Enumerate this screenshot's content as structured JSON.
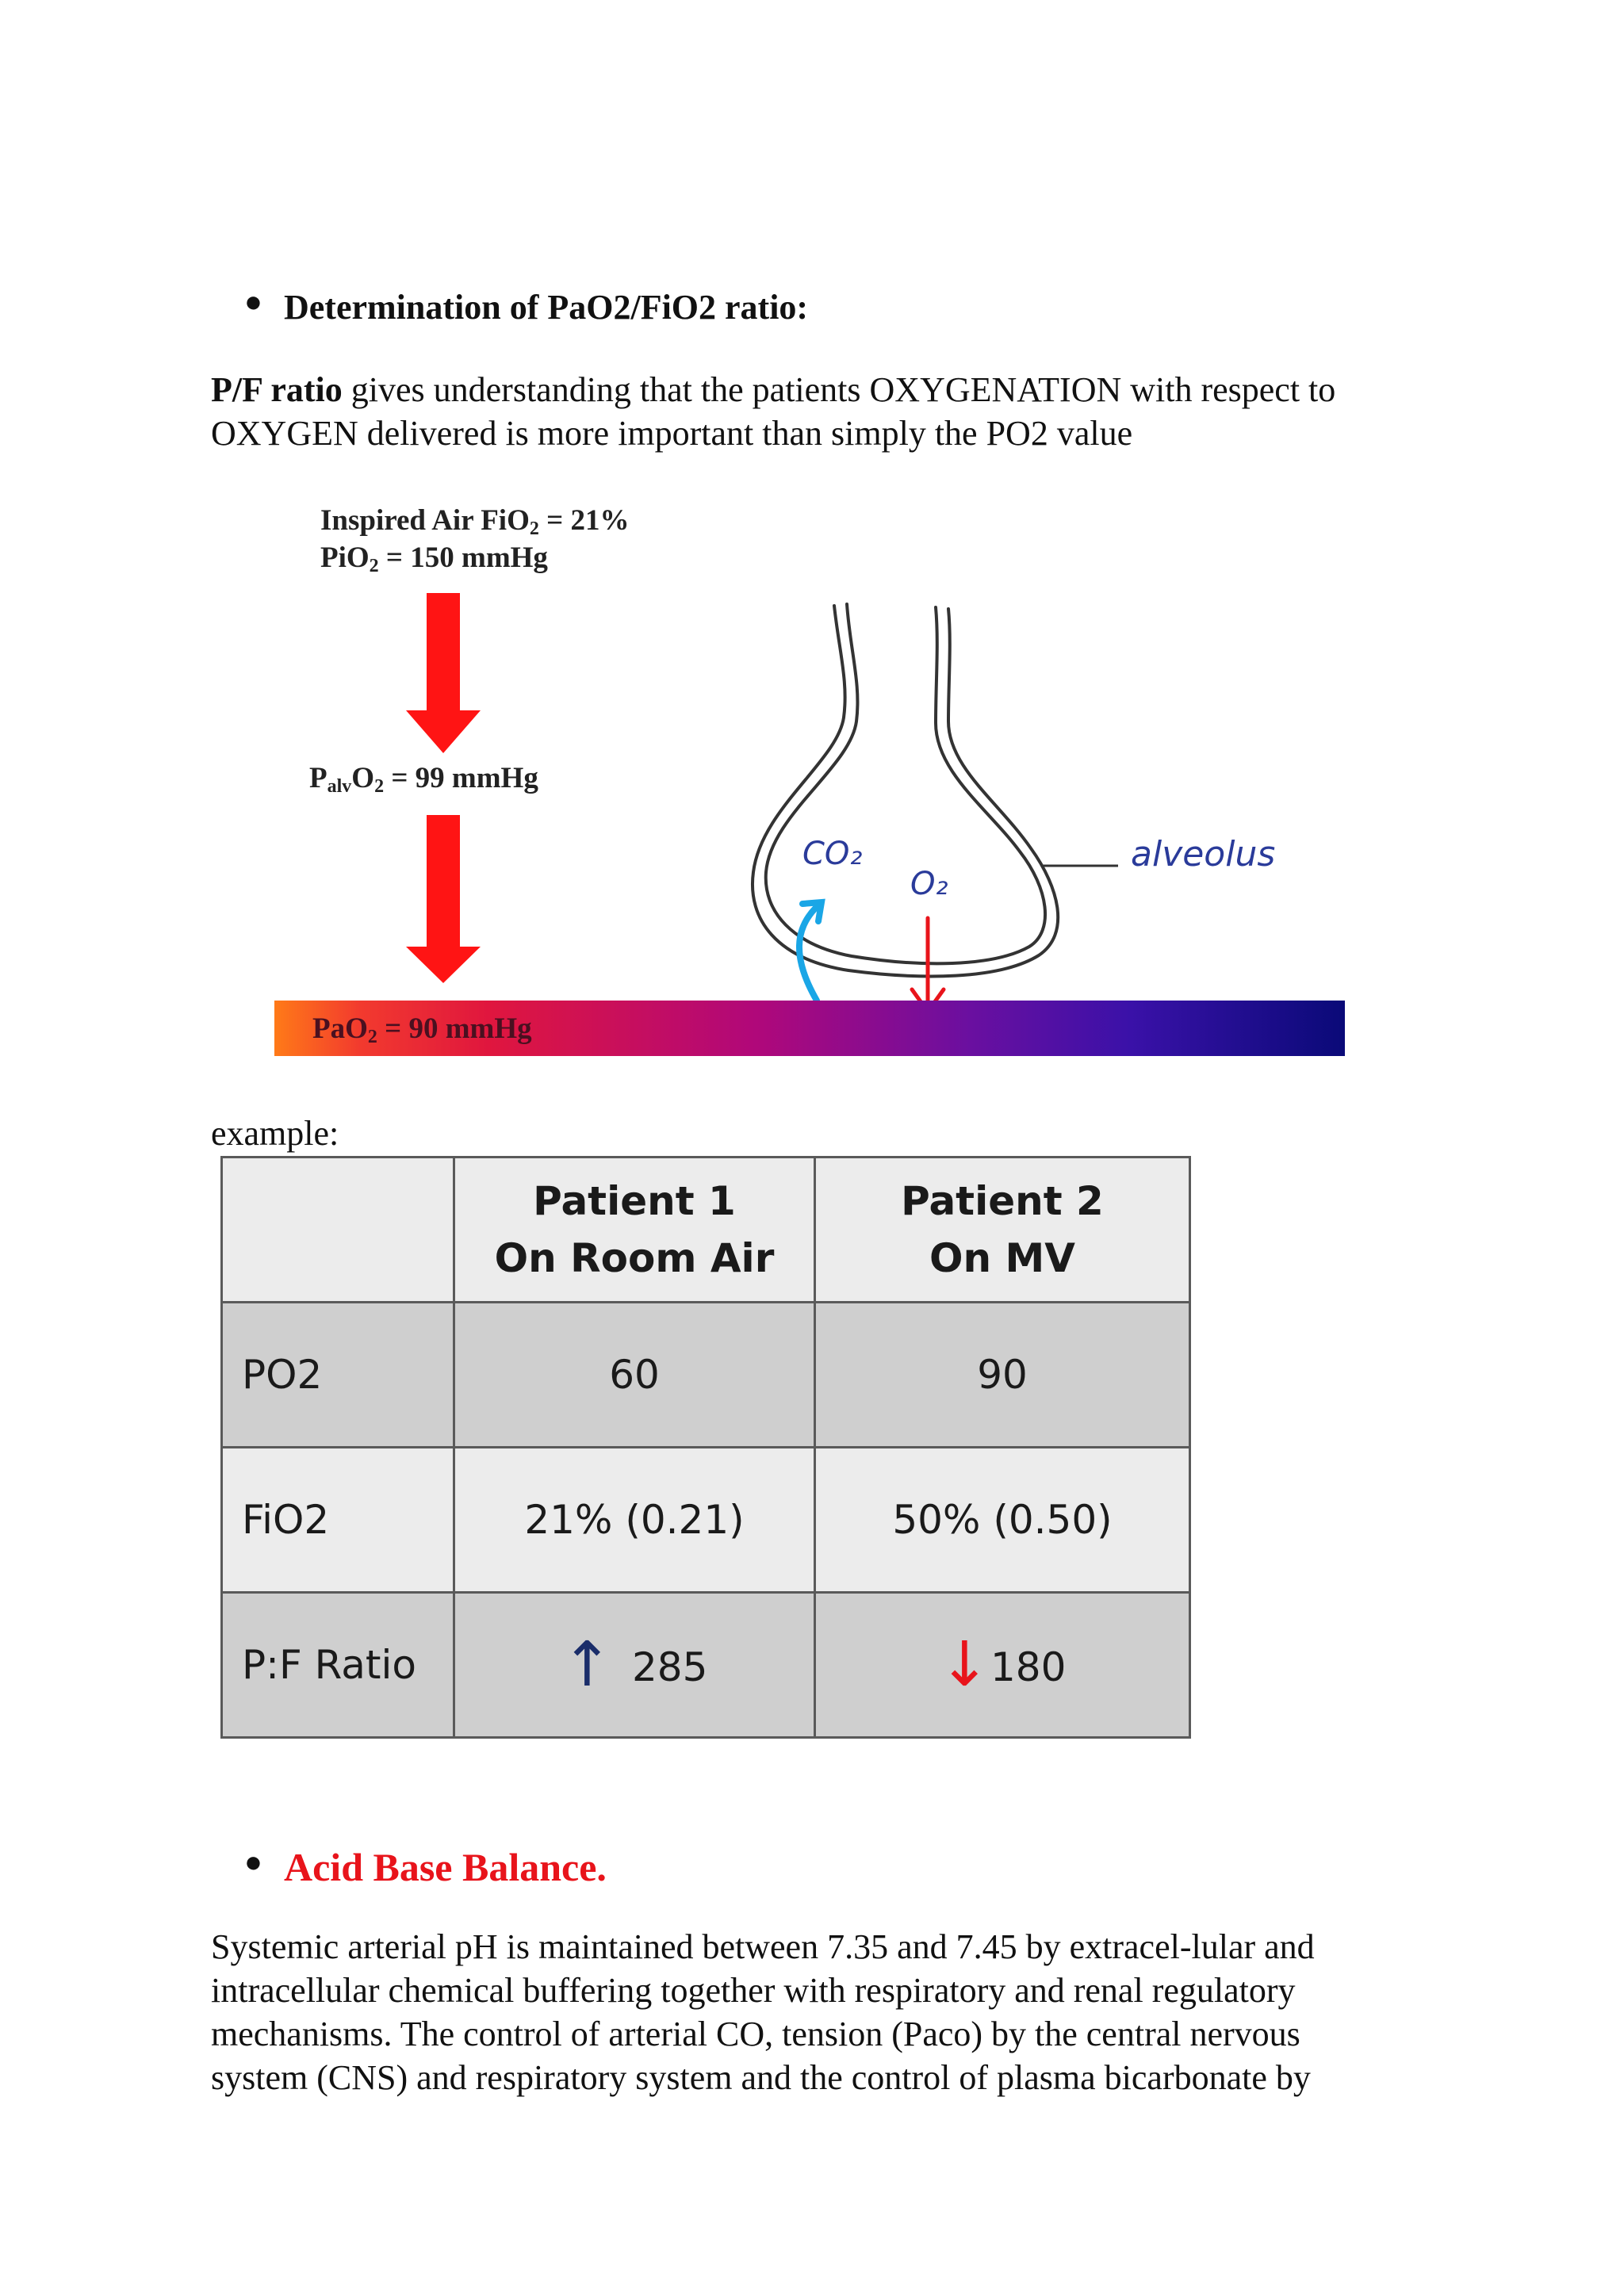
{
  "section1": {
    "heading": "Determination of PaO2/FiO2 ratio:",
    "para_bold": "P/F ratio",
    "para_line1_rest": " gives understanding that the patients OXYGENATION with respect to",
    "para_line2": "OXYGEN delivered is more important than simply the PO2 value"
  },
  "diagram": {
    "inspired_line1_prefix": "Inspired Air FiO",
    "inspired_line1_sub": "2",
    "inspired_line1_suffix": " = 21%",
    "inspired_line2_prefix": "PiO",
    "inspired_line2_sub": "2",
    "inspired_line2_suffix": " = 150 mmHg",
    "palv_prefix": "P",
    "palv_sub1": "alv",
    "palv_mid": "O",
    "palv_sub2": "2",
    "palv_suffix": " = 99 mmHg",
    "pao2_prefix": "PaO",
    "pao2_sub": "2",
    "pao2_suffix": " = 90 mmHg",
    "co2_label": "CO₂",
    "o2_label": "O₂",
    "alveolus_label": "alveolus",
    "colors": {
      "arrow_red": "#ff1414",
      "co2_arrow": "#1aa6e6",
      "o2_arrow": "#e8141b"
    }
  },
  "example_label": "example:",
  "table": {
    "header": [
      "",
      "Patient 1\nOn Room Air",
      "Patient 2\nOn MV"
    ],
    "header_p1_line1": "Patient 1",
    "header_p1_line2": "On Room Air",
    "header_p2_line1": "Patient 2",
    "header_p2_line2": "On MV",
    "rows": [
      {
        "label": "PO2",
        "p1": "60",
        "p2": "90"
      },
      {
        "label": "FiO2",
        "p1": "21% (0.21)",
        "p2": "50% (0.50)"
      },
      {
        "label": "P:F Ratio",
        "p1": "285",
        "p2": "180"
      }
    ],
    "pf_arrow_p1": "↑",
    "pf_arrow_p2": "↓"
  },
  "section2": {
    "heading": "Acid Base Balance.",
    "lines": [
      "Systemic arterial pH is maintained between 7.35 and 7.45 by extracel-lular and",
      "intracellular chemical buffering together with respiratory and renal regulatory",
      "mechanisms. The control of arterial CO, tension (Paco) by the central nervous",
      "system (CNS) and respiratory system and the control of plasma bicarbonate by"
    ]
  }
}
